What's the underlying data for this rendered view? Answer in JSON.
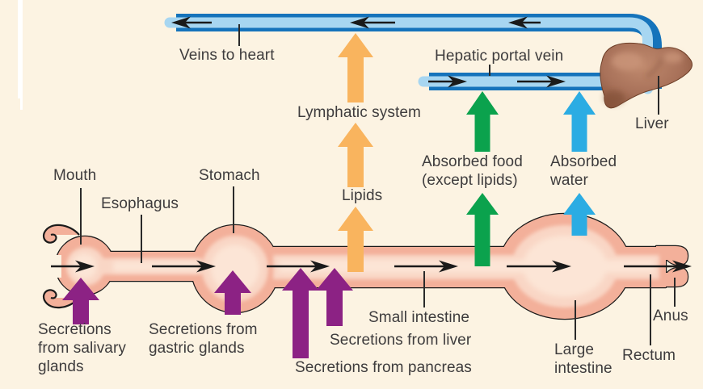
{
  "figure": {
    "type": "digestive-system-flow-diagram",
    "description": "Human digestive tract shown as a tube with secretions entering and absorbed nutrients leaving toward lymphatic system and hepatic portal vein"
  },
  "labels": {
    "mouth": "Mouth",
    "esophagus": "Esophagus",
    "stomach": "Stomach",
    "small_intestine": "Small intestine",
    "large_intestine": [
      "Large",
      "intestine"
    ],
    "rectum": "Rectum",
    "anus": "Anus",
    "veins_to_heart": "Veins to heart",
    "lymphatic_system": "Lymphatic system",
    "lipids": "Lipids",
    "hepatic_portal_vein": "Hepatic portal vein",
    "liver": "Liver",
    "absorbed_food": [
      "Absorbed food",
      "(except lipids)"
    ],
    "absorbed_water": [
      "Absorbed",
      "water"
    ],
    "secretions_salivary": [
      "Secretions",
      "from salivary",
      "glands"
    ],
    "secretions_gastric": [
      "Secretions from",
      "gastric glands"
    ],
    "secretions_liver": "Secretions from liver",
    "secretions_pancreas": "Secretions from pancreas"
  },
  "colors": {
    "background": "#FCF3E2",
    "gut_outer": "#F3B09A",
    "gut_inner": "#F9D6C5",
    "gut_core": "#FCE5D6",
    "outline": "#1A1A1A",
    "vein_fill": "#A7D6F1",
    "vein_border": "#1573BB",
    "arrow_orange": "#F9B45E",
    "arrow_purple": "#8C2284",
    "arrow_green": "#0BA24D",
    "arrow_blue": "#2BACE3",
    "liver_base": "#A9725A",
    "liver_dark": "#7C4930",
    "liver_light": "#C99478",
    "text": "#3E3C3D"
  }
}
